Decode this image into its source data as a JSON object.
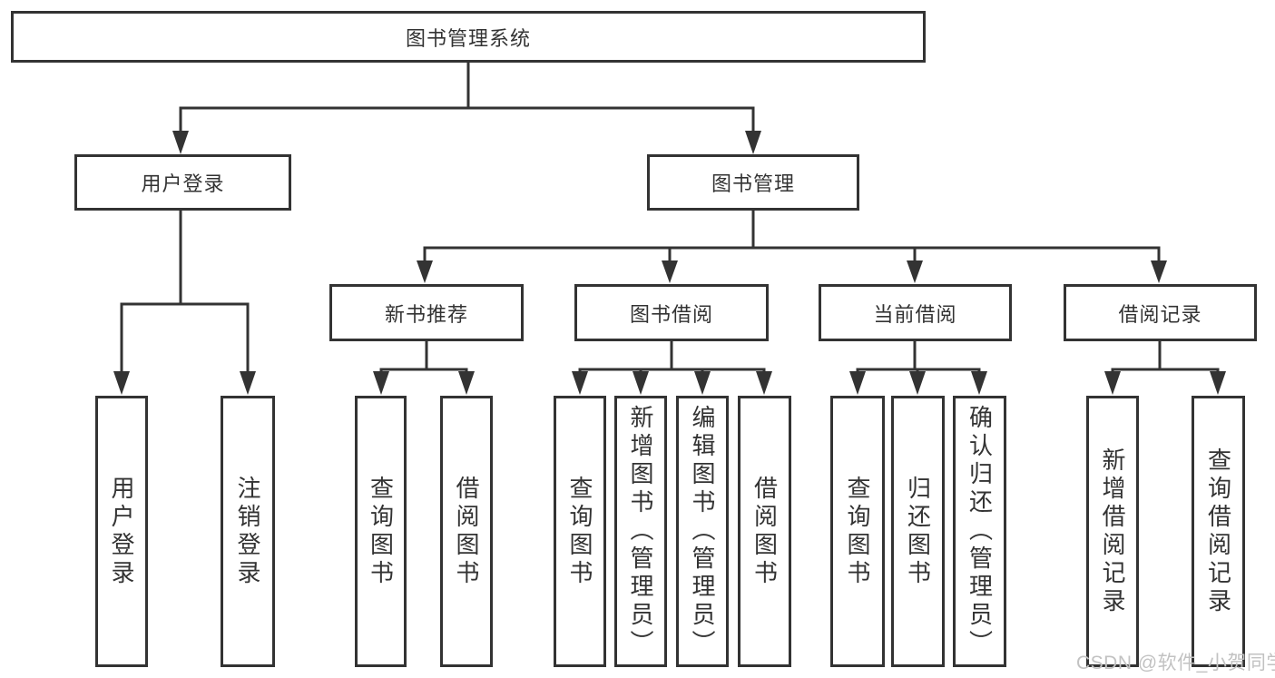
{
  "diagram": {
    "title": "图书管理系统",
    "type": "hierarchy-tree",
    "colors": {
      "line": "#333333",
      "box_border": "#333333",
      "text": "#333333",
      "background": "#ffffff",
      "watermark": "#c2c2c2"
    }
  },
  "nodes": {
    "root": {
      "label": "图书管理系统"
    },
    "user_login": {
      "label": "用户登录"
    },
    "book_mgmt": {
      "label": "图书管理"
    },
    "new_book_rec": {
      "label": "新书推荐"
    },
    "book_borrow": {
      "label": "图书借阅"
    },
    "current_borrow": {
      "label": "当前借阅"
    },
    "borrow_record": {
      "label": "借阅记录"
    },
    "login": {
      "label": "用户登录"
    },
    "logout": {
      "label": "注销登录"
    },
    "rec_query": {
      "label": "查询图书"
    },
    "rec_borrow": {
      "label": "借阅图书"
    },
    "bb_query": {
      "label": "查询图书"
    },
    "bb_add": {
      "label": "新增图书（管理员）"
    },
    "bb_edit": {
      "label": "编辑图书（管理员）"
    },
    "bb_borrow": {
      "label": "借阅图书"
    },
    "cb_query": {
      "label": "查询图书"
    },
    "cb_return": {
      "label": "归还图书"
    },
    "cb_confirm": {
      "label": "确认归还（管理员）"
    },
    "br_add": {
      "label": "新增借阅记录"
    },
    "br_query": {
      "label": "查询借阅记录"
    }
  },
  "edges": [
    [
      "图书管理系统",
      "用户登录"
    ],
    [
      "图书管理系统",
      "图书管理"
    ],
    [
      "用户登录",
      "用户登录"
    ],
    [
      "用户登录",
      "注销登录"
    ],
    [
      "图书管理",
      "新书推荐"
    ],
    [
      "图书管理",
      "图书借阅"
    ],
    [
      "图书管理",
      "当前借阅"
    ],
    [
      "图书管理",
      "借阅记录"
    ],
    [
      "新书推荐",
      "查询图书"
    ],
    [
      "新书推荐",
      "借阅图书"
    ],
    [
      "图书借阅",
      "查询图书"
    ],
    [
      "图书借阅",
      "新增图书（管理员）"
    ],
    [
      "图书借阅",
      "编辑图书（管理员）"
    ],
    [
      "图书借阅",
      "借阅图书"
    ],
    [
      "当前借阅",
      "查询图书"
    ],
    [
      "当前借阅",
      "归还图书"
    ],
    [
      "当前借阅",
      "确认归还（管理员）"
    ],
    [
      "借阅记录",
      "新增借阅记录"
    ],
    [
      "借阅记录",
      "查询借阅记录"
    ]
  ],
  "watermark": {
    "text": "CSDN @软件_小贺同学"
  }
}
